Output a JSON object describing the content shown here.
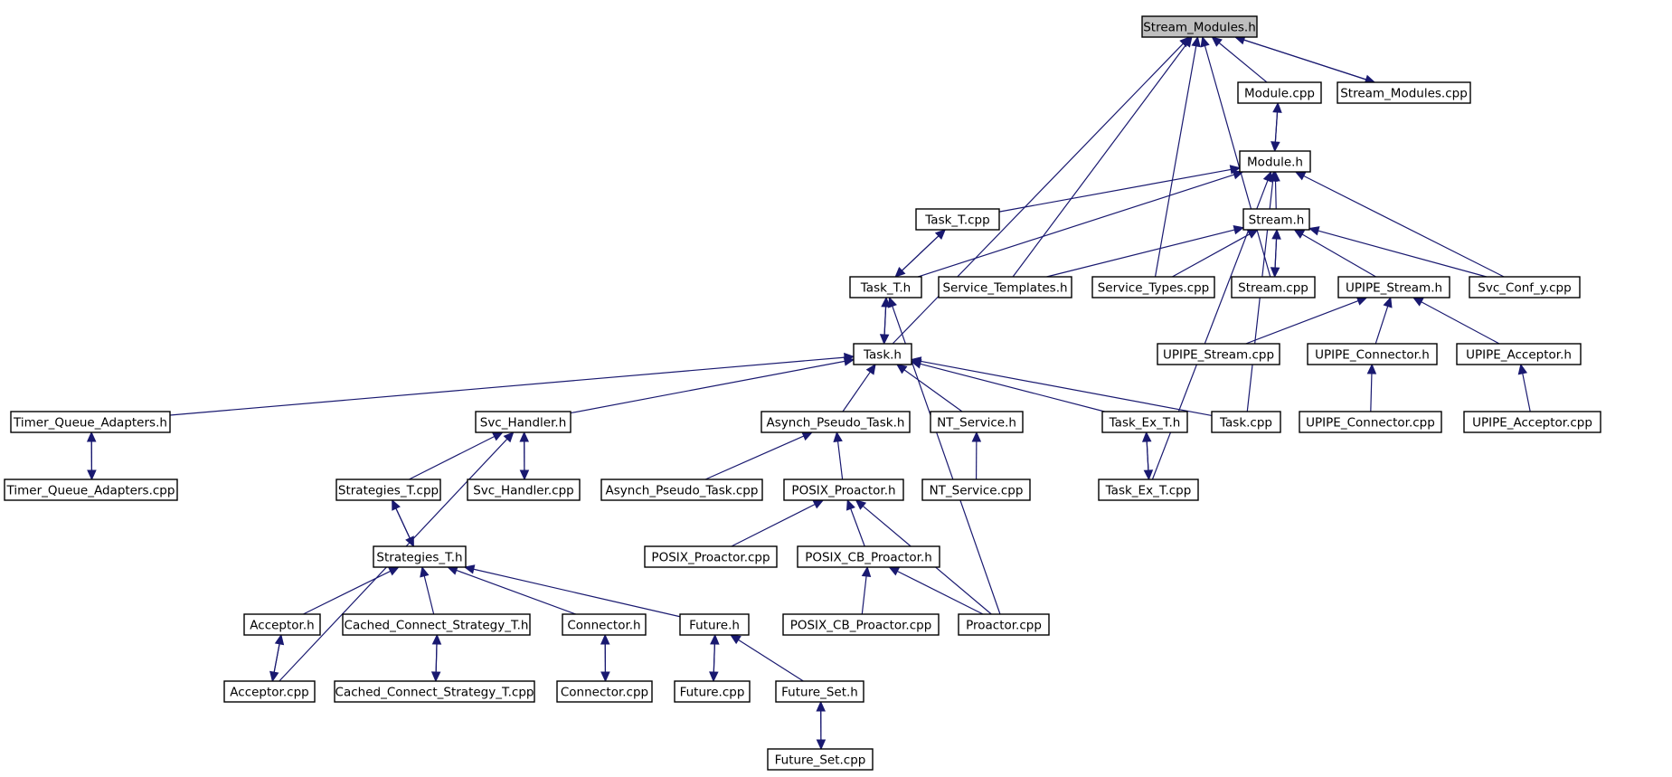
{
  "diagram": {
    "title": "",
    "nodes": [
      {
        "id": "stream_modules_h",
        "label": "Stream_Modules.h",
        "root": true
      },
      {
        "id": "module_cpp",
        "label": "Module.cpp"
      },
      {
        "id": "stream_modules_cpp",
        "label": "Stream_Modules.cpp"
      },
      {
        "id": "module_h",
        "label": "Module.h"
      },
      {
        "id": "task_t_cpp",
        "label": "Task_T.cpp"
      },
      {
        "id": "stream_h",
        "label": "Stream.h"
      },
      {
        "id": "task_t_h",
        "label": "Task_T.h"
      },
      {
        "id": "service_templates_h",
        "label": "Service_Templates.h"
      },
      {
        "id": "service_types_cpp",
        "label": "Service_Types.cpp"
      },
      {
        "id": "stream_cpp",
        "label": "Stream.cpp"
      },
      {
        "id": "upipe_stream_h",
        "label": "UPIPE_Stream.h"
      },
      {
        "id": "svc_conf_y_cpp",
        "label": "Svc_Conf_y.cpp"
      },
      {
        "id": "task_h",
        "label": "Task.h"
      },
      {
        "id": "upipe_stream_cpp",
        "label": "UPIPE_Stream.cpp"
      },
      {
        "id": "upipe_connector_h",
        "label": "UPIPE_Connector.h"
      },
      {
        "id": "upipe_acceptor_h",
        "label": "UPIPE_Acceptor.h"
      },
      {
        "id": "timer_queue_adapters_h",
        "label": "Timer_Queue_Adapters.h"
      },
      {
        "id": "svc_handler_h",
        "label": "Svc_Handler.h"
      },
      {
        "id": "asynch_pseudo_task_h",
        "label": "Asynch_Pseudo_Task.h"
      },
      {
        "id": "nt_service_h",
        "label": "NT_Service.h"
      },
      {
        "id": "task_ex_t_h",
        "label": "Task_Ex_T.h"
      },
      {
        "id": "task_cpp",
        "label": "Task.cpp"
      },
      {
        "id": "upipe_connector_cpp",
        "label": "UPIPE_Connector.cpp"
      },
      {
        "id": "upipe_acceptor_cpp",
        "label": "UPIPE_Acceptor.cpp"
      },
      {
        "id": "timer_queue_adapters_cpp",
        "label": "Timer_Queue_Adapters.cpp"
      },
      {
        "id": "strategies_t_cpp",
        "label": "Strategies_T.cpp"
      },
      {
        "id": "svc_handler_cpp",
        "label": "Svc_Handler.cpp"
      },
      {
        "id": "asynch_pseudo_task_cpp",
        "label": "Asynch_Pseudo_Task.cpp"
      },
      {
        "id": "posix_proactor_h",
        "label": "POSIX_Proactor.h"
      },
      {
        "id": "nt_service_cpp",
        "label": "NT_Service.cpp"
      },
      {
        "id": "task_ex_t_cpp",
        "label": "Task_Ex_T.cpp"
      },
      {
        "id": "strategies_t_h",
        "label": "Strategies_T.h"
      },
      {
        "id": "posix_proactor_cpp",
        "label": "POSIX_Proactor.cpp"
      },
      {
        "id": "posix_cb_proactor_h",
        "label": "POSIX_CB_Proactor.h"
      },
      {
        "id": "acceptor_h",
        "label": "Acceptor.h"
      },
      {
        "id": "cached_connect_strategy_t_h",
        "label": "Cached_Connect_Strategy_T.h"
      },
      {
        "id": "connector_h",
        "label": "Connector.h"
      },
      {
        "id": "future_h",
        "label": "Future.h"
      },
      {
        "id": "posix_cb_proactor_cpp",
        "label": "POSIX_CB_Proactor.cpp"
      },
      {
        "id": "proactor_cpp",
        "label": "Proactor.cpp"
      },
      {
        "id": "acceptor_cpp",
        "label": "Acceptor.cpp"
      },
      {
        "id": "cached_connect_strategy_t_cpp",
        "label": "Cached_Connect_Strategy_T.cpp"
      },
      {
        "id": "connector_cpp",
        "label": "Connector.cpp"
      },
      {
        "id": "future_cpp",
        "label": "Future.cpp"
      },
      {
        "id": "future_set_h",
        "label": "Future_Set.h"
      },
      {
        "id": "future_set_cpp",
        "label": "Future_Set.cpp"
      }
    ],
    "edges": [
      {
        "from": "module_cpp",
        "to": "stream_modules_h"
      },
      {
        "from": "stream_modules_cpp",
        "to": "stream_modules_h"
      },
      {
        "from": "stream_modules_h",
        "to": "stream_modules_cpp"
      },
      {
        "from": "module_h",
        "to": "module_cpp"
      },
      {
        "from": "module_cpp",
        "to": "module_h"
      },
      {
        "from": "stream_h",
        "to": "module_h"
      },
      {
        "from": "task_t_cpp",
        "to": "module_h"
      },
      {
        "from": "task_t_h",
        "to": "module_h"
      },
      {
        "from": "upipe_stream_h",
        "to": "stream_h"
      },
      {
        "from": "service_templates_h",
        "to": "stream_h"
      },
      {
        "from": "service_types_cpp",
        "to": "stream_h"
      },
      {
        "from": "stream_cpp",
        "to": "stream_h"
      },
      {
        "from": "stream_h",
        "to": "stream_cpp"
      },
      {
        "from": "svc_conf_y_cpp",
        "to": "stream_h"
      },
      {
        "from": "svc_conf_y_cpp",
        "to": "module_h"
      },
      {
        "from": "task_cpp",
        "to": "module_h"
      },
      {
        "from": "task_ex_t_cpp",
        "to": "module_h"
      },
      {
        "from": "service_templates_h",
        "to": "stream_modules_h"
      },
      {
        "from": "service_types_cpp",
        "to": "stream_modules_h"
      },
      {
        "from": "stream_cpp",
        "to": "stream_modules_h"
      },
      {
        "from": "task_h",
        "to": "stream_modules_h"
      },
      {
        "from": "task_t_h",
        "to": "task_t_cpp"
      },
      {
        "from": "task_t_cpp",
        "to": "task_t_h"
      },
      {
        "from": "task_h",
        "to": "task_t_h"
      },
      {
        "from": "task_t_h",
        "to": "task_h"
      },
      {
        "from": "proactor_cpp",
        "to": "task_t_h"
      },
      {
        "from": "upipe_stream_cpp",
        "to": "upipe_stream_h"
      },
      {
        "from": "upipe_connector_h",
        "to": "upipe_stream_h"
      },
      {
        "from": "upipe_acceptor_h",
        "to": "upipe_stream_h"
      },
      {
        "from": "upipe_connector_cpp",
        "to": "upipe_connector_h"
      },
      {
        "from": "upipe_acceptor_cpp",
        "to": "upipe_acceptor_h"
      },
      {
        "from": "timer_queue_adapters_h",
        "to": "task_h"
      },
      {
        "from": "svc_handler_h",
        "to": "task_h"
      },
      {
        "from": "asynch_pseudo_task_h",
        "to": "task_h"
      },
      {
        "from": "nt_service_h",
        "to": "task_h"
      },
      {
        "from": "task_ex_t_h",
        "to": "task_h"
      },
      {
        "from": "task_cpp",
        "to": "task_h"
      },
      {
        "from": "timer_queue_adapters_cpp",
        "to": "timer_queue_adapters_h"
      },
      {
        "from": "timer_queue_adapters_h",
        "to": "timer_queue_adapters_cpp"
      },
      {
        "from": "strategies_t_cpp",
        "to": "svc_handler_h"
      },
      {
        "from": "svc_handler_cpp",
        "to": "svc_handler_h"
      },
      {
        "from": "svc_handler_h",
        "to": "svc_handler_cpp"
      },
      {
        "from": "acceptor_cpp",
        "to": "svc_handler_h"
      },
      {
        "from": "asynch_pseudo_task_cpp",
        "to": "asynch_pseudo_task_h"
      },
      {
        "from": "posix_proactor_h",
        "to": "asynch_pseudo_task_h"
      },
      {
        "from": "nt_service_cpp",
        "to": "nt_service_h"
      },
      {
        "from": "task_ex_t_cpp",
        "to": "task_ex_t_h"
      },
      {
        "from": "task_ex_t_h",
        "to": "task_ex_t_cpp"
      },
      {
        "from": "strategies_t_h",
        "to": "strategies_t_cpp"
      },
      {
        "from": "strategies_t_cpp",
        "to": "strategies_t_h"
      },
      {
        "from": "posix_proactor_cpp",
        "to": "posix_proactor_h"
      },
      {
        "from": "posix_cb_proactor_h",
        "to": "posix_proactor_h"
      },
      {
        "from": "proactor_cpp",
        "to": "posix_proactor_h"
      },
      {
        "from": "acceptor_h",
        "to": "strategies_t_h"
      },
      {
        "from": "cached_connect_strategy_t_h",
        "to": "strategies_t_h"
      },
      {
        "from": "connector_h",
        "to": "strategies_t_h"
      },
      {
        "from": "future_h",
        "to": "strategies_t_h"
      },
      {
        "from": "posix_cb_proactor_cpp",
        "to": "posix_cb_proactor_h"
      },
      {
        "from": "proactor_cpp",
        "to": "posix_cb_proactor_h"
      },
      {
        "from": "acceptor_cpp",
        "to": "acceptor_h"
      },
      {
        "from": "acceptor_h",
        "to": "acceptor_cpp"
      },
      {
        "from": "cached_connect_strategy_t_cpp",
        "to": "cached_connect_strategy_t_h"
      },
      {
        "from": "cached_connect_strategy_t_h",
        "to": "cached_connect_strategy_t_cpp"
      },
      {
        "from": "connector_cpp",
        "to": "connector_h"
      },
      {
        "from": "connector_h",
        "to": "connector_cpp"
      },
      {
        "from": "future_cpp",
        "to": "future_h"
      },
      {
        "from": "future_h",
        "to": "future_cpp"
      },
      {
        "from": "future_set_h",
        "to": "future_h"
      },
      {
        "from": "future_set_cpp",
        "to": "future_set_h"
      },
      {
        "from": "future_set_h",
        "to": "future_set_cpp"
      }
    ]
  },
  "colors": {
    "edge": "#191970",
    "root_fill": "#bfbfbf",
    "node_fill": "#ffffff",
    "node_border": "#000000"
  }
}
